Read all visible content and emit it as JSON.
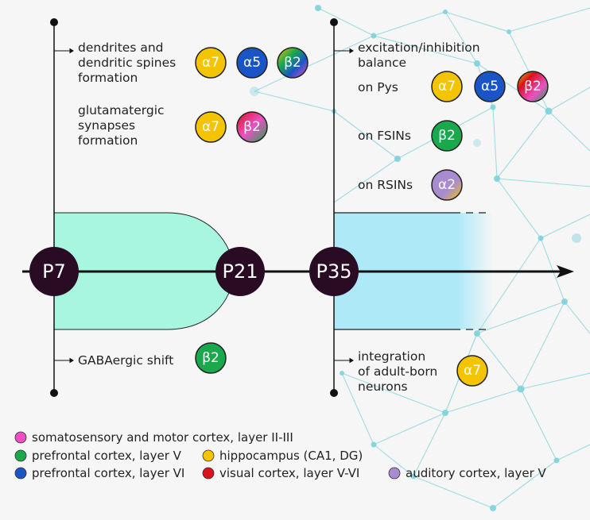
{
  "colors": {
    "alpha7": "#f4c400",
    "alpha5": "#1a55c8",
    "beta2_green": "#1aa84d",
    "alpha2_purple": "#a98bd0",
    "node": "#2a0b24",
    "mint": "#a8f5e0",
    "sky": "#aee9f8",
    "network": "#8fd7de"
  },
  "timepoints": [
    "P7",
    "P21",
    "P35"
  ],
  "early": {
    "dendrites": [
      "dendrites and",
      "dendritic spines",
      "formation"
    ],
    "glutamatergic": [
      "glutamatergic",
      "synapses",
      "formation"
    ],
    "gaba_shift": "GABAergic shift"
  },
  "late": {
    "ei_balance": [
      "excitation/inhibition",
      "balance"
    ],
    "on_pys": "on Pys",
    "on_fsins": "on FSINs",
    "on_rsins": "on RSINs",
    "integration": [
      "integration",
      "of adult-born",
      "neurons"
    ]
  },
  "badges": {
    "a7": "α7",
    "a5": "α5",
    "b2": "β2",
    "a2": "α2"
  },
  "legend": [
    {
      "label": "somatosensory and motor cortex, layer II-III",
      "color": "#ec4fc4"
    },
    {
      "label": "prefrontal cortex, layer V",
      "color": "#1aa84d"
    },
    {
      "label": "hippocampus (CA1, DG)",
      "color": "#f4c400"
    },
    {
      "label": "prefrontal cortex, layer VI",
      "color": "#1a55c8"
    },
    {
      "label": "visual cortex, layer V-VI",
      "color": "#d8111c"
    },
    {
      "label": "auditory cortex, layer V",
      "color": "#a98bd0"
    }
  ]
}
